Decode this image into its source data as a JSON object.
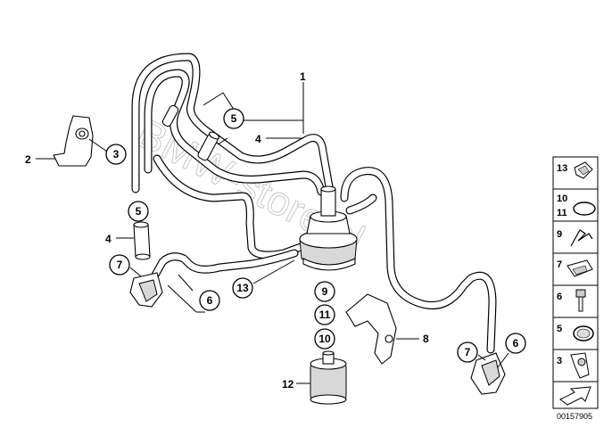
{
  "watermark": "BMW-store.pl",
  "diagram_code": "00157905",
  "labels": {
    "p1": "1",
    "p2": "2",
    "p3": "3",
    "p4a": "4",
    "p4b": "4",
    "p5a": "5",
    "p5b": "5",
    "p6a": "6",
    "p6b": "6",
    "p7a": "7",
    "p7b": "7",
    "p8": "8",
    "p9": "9",
    "p10": "10",
    "p11": "11",
    "p12": "12",
    "p13": "13"
  },
  "legend": [
    {
      "num": "13",
      "icon": "hose-clip-icon"
    },
    {
      "num": "10",
      "num2": "11",
      "icon": "o-ring-icon"
    },
    {
      "num": "9",
      "icon": "spring-clip-icon"
    },
    {
      "num": "7",
      "icon": "retaining-clip-icon"
    },
    {
      "num": "6",
      "icon": "screw-icon"
    },
    {
      "num": "5",
      "icon": "hose-clamp-icon"
    },
    {
      "num": "3",
      "icon": "clip-nut-icon"
    },
    {
      "num": "",
      "icon": "direction-arrow-icon"
    }
  ]
}
